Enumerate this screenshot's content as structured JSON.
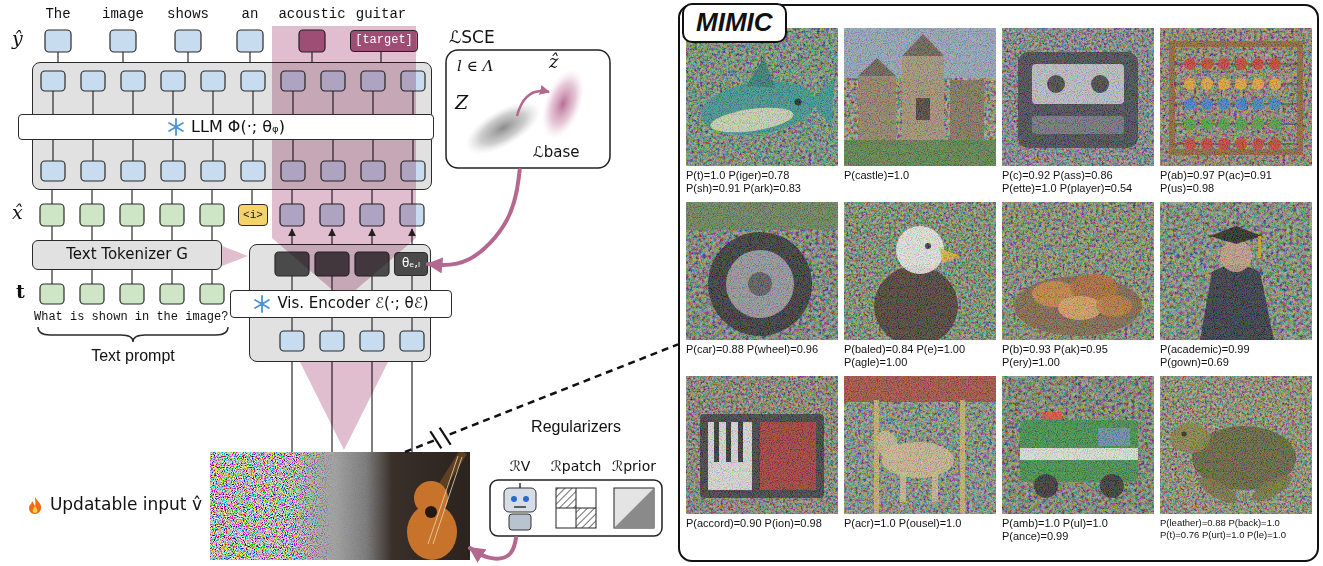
{
  "diagram": {
    "nodes": [
      {
        "text": [
          "[target]"
        ]
      },
      {
        "text": [
          "LLM Φ(·; θᵩ)"
        ]
      },
      {
        "text": [
          "<i>"
        ]
      },
      {
        "text": [
          "Text Tokenizer G"
        ]
      },
      {
        "text": [
          "Vis. Encoder ℰ(·; θℰ)"
        ]
      },
      {
        "text": [
          "θₑ,ₗ"
        ],
        "in": 4
      },
      {
        "text": [
          "ℒSCE",
          "l ∈ Λ",
          "ẑ",
          "Z",
          "ℒbase"
        ]
      },
      {
        "text": [
          "Updatable input v̂"
        ]
      },
      {
        "text": [
          "Regularizers",
          "ℛV",
          "ℛpatch",
          "ℛprior"
        ]
      },
      {
        "text": [
          "MIMIC"
        ]
      },
      {
        "text": [
          "P(t)=1.0 P(iger)=0.78 P(sh)=0.91 P(ark)=0.83"
        ],
        "in": 9
      },
      {
        "text": [
          "P(castle)=1.0"
        ],
        "in": 9
      },
      {
        "text": [
          "P(c)=0.92 P(ass)=0.86 P(ette)=1.0 P(player)=0.54"
        ],
        "in": 9
      },
      {
        "text": [
          "P(ab)=0.97 P(ac)=0.91 P(us)=0.98"
        ],
        "in": 9
      },
      {
        "text": [
          "P(car)=0.88 P(wheel)=0.96"
        ],
        "in": 9
      },
      {
        "text": [
          "P(baled)=0.84 P(e)=1.00 P(agle)=1.00"
        ],
        "in": 9
      },
      {
        "text": [
          "P(b)=0.93 P(ak)=0.95 P(ery)=1.00"
        ],
        "in": 9
      },
      {
        "text": [
          "P(academic)=0.99 P(gown)=0.69"
        ],
        "in": 9
      },
      {
        "text": [
          "P(accord)=0.90 P(ion)=0.98"
        ],
        "in": 9
      },
      {
        "text": [
          "P(acr)=1.0 P(ousel)=1.0"
        ],
        "in": 9
      },
      {
        "text": [
          "P(amb)=1.0 P(ul)=1.0 P(ance)=0.99"
        ],
        "in": 9
      },
      {
        "text": [
          "P(leather)=0.88 P(back)=1.0 P(t)=0.76 P(urt)=1.0 P(le)=1.0"
        ],
        "in": 9
      }
    ],
    "edges": [
      {
        "from": 6,
        "to": 5,
        "arrow": "to"
      },
      {
        "from": 8,
        "to": 7,
        "arrow": "to"
      },
      {
        "from": 7,
        "to": 9,
        "arrow": "none"
      }
    ],
    "labels": [
      "ŷ",
      "The",
      "image",
      "shows",
      "an",
      "acoustic",
      "guitar",
      "x̂",
      "t",
      "What is shown in the image?",
      "Text prompt"
    ]
  }
}
